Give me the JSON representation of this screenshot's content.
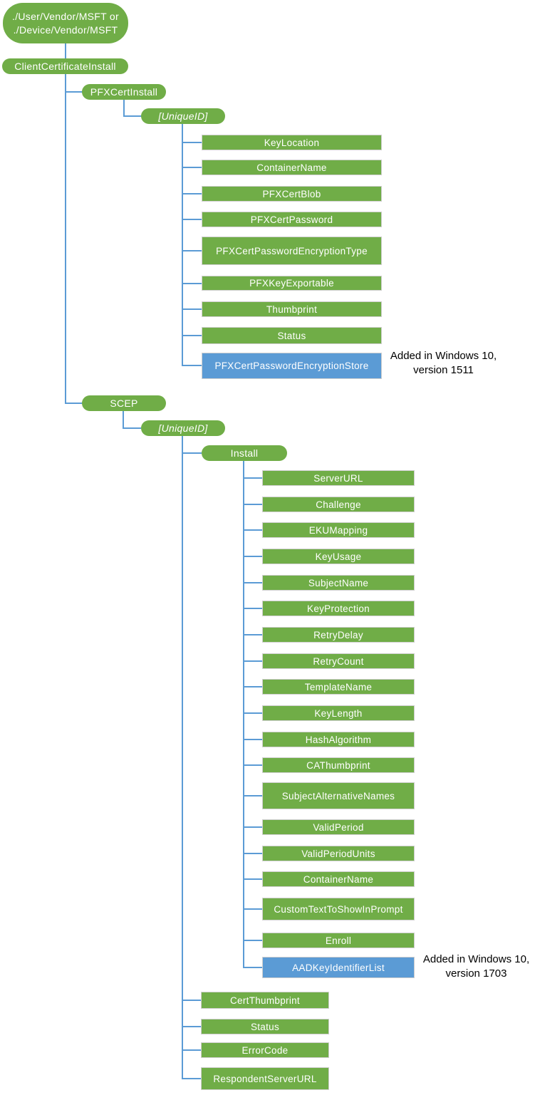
{
  "diagram": {
    "title_semantic": "ClientCertificateInstall CSP tree",
    "colors": {
      "node_green": "#70AD47",
      "node_blue": "#5B9BD5",
      "connector_blue": "#5B9BD5",
      "annotation_text": "#000000",
      "node_text": "#ffffff"
    },
    "root_lines": [
      "./User/Vendor/MSFT or",
      "./Device/Vendor/MSFT"
    ],
    "client_certificate_install": "ClientCertificateInstall",
    "pfx_cert_install": "PFXCertInstall",
    "pfx_unique_id": "[UniqueID]",
    "pfx_children": [
      "KeyLocation",
      "ContainerName",
      "PFXCertBlob",
      "PFXCertPassword",
      "PFXCertPasswordEncryptionType",
      "PFXKeyExportable",
      "Thumbprint",
      "Status"
    ],
    "pfx_added_node": "PFXCertPasswordEncryptionStore",
    "pfx_annotation": [
      "Added in Windows 10,",
      "version 1511"
    ],
    "scep": "SCEP",
    "scep_unique_id": "[UniqueID]",
    "install": "Install",
    "install_children": [
      "ServerURL",
      "Challenge",
      "EKUMapping",
      "KeyUsage",
      "SubjectName",
      "KeyProtection",
      "RetryDelay",
      "RetryCount",
      "TemplateName",
      "KeyLength",
      "HashAlgorithm",
      "CAThumbprint",
      "SubjectAlternativeNames",
      "ValidPeriod",
      "ValidPeriodUnits",
      "ContainerName",
      "CustomTextToShowInPrompt",
      "Enroll"
    ],
    "install_added_node": "AADKeyIdentifierList",
    "install_annotation": [
      "Added in Windows 10,",
      "version 1703"
    ],
    "scep_leaf_children": [
      "CertThumbprint",
      "Status",
      "ErrorCode",
      "RespondentServerURL"
    ]
  }
}
